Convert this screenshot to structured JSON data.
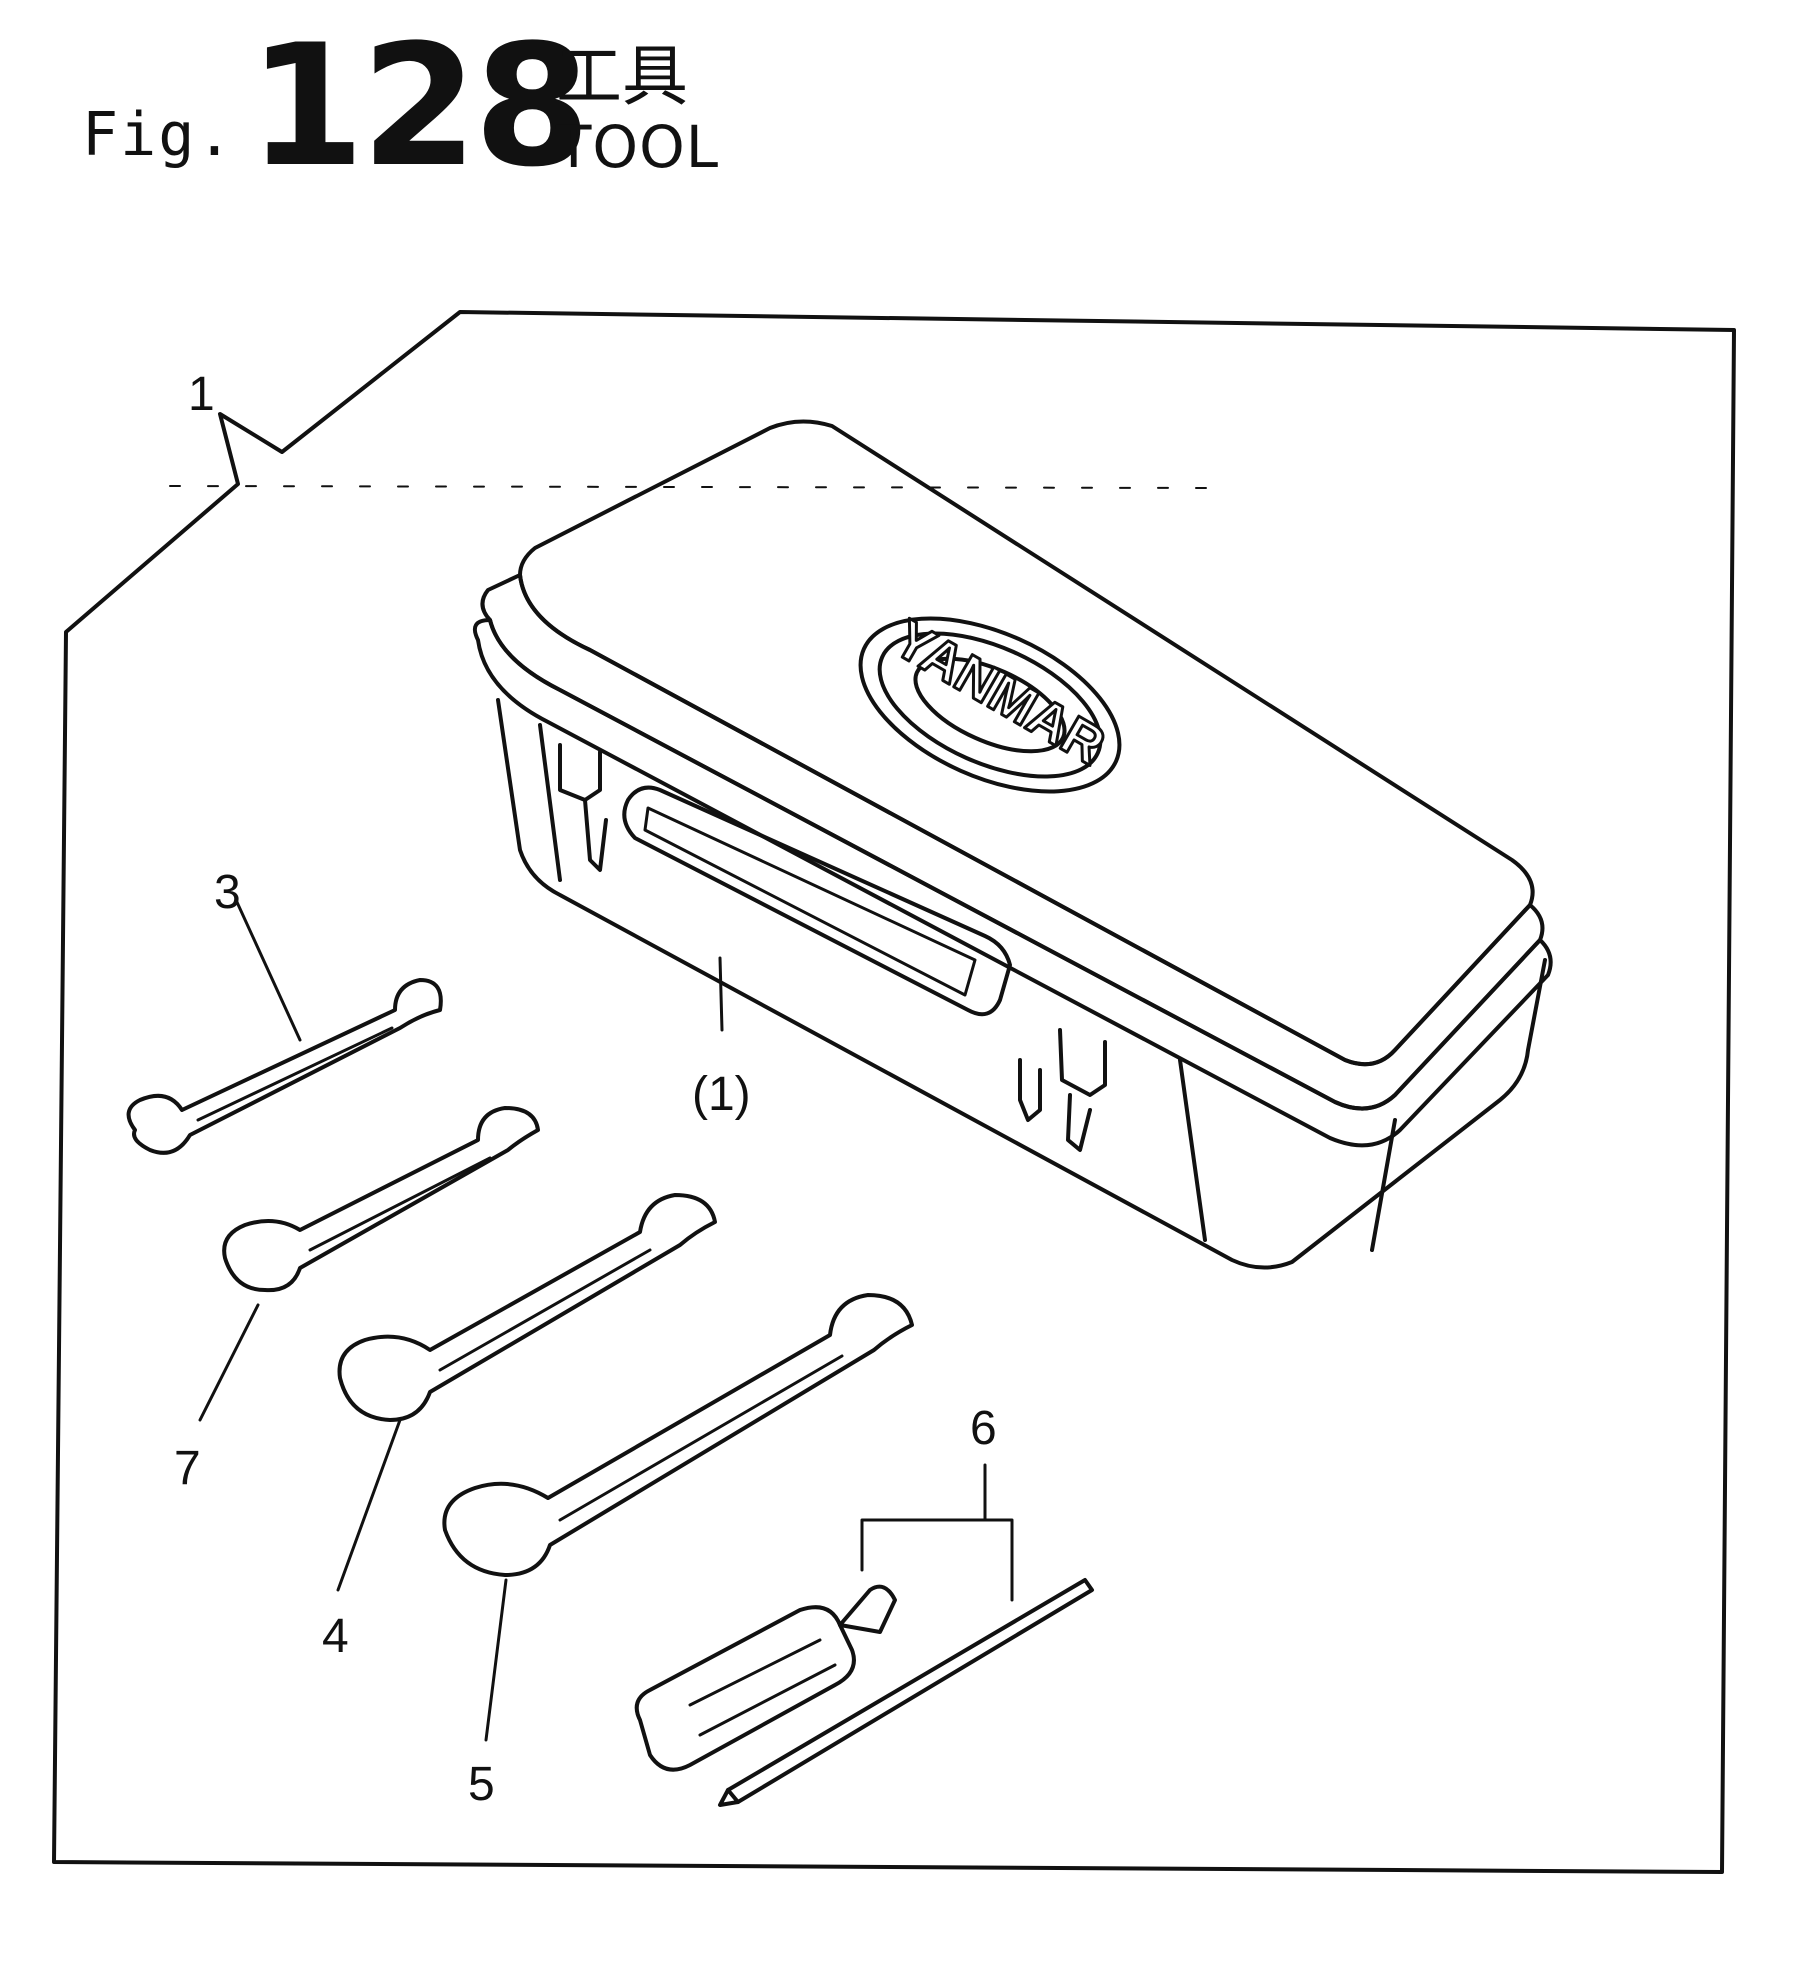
{
  "figure": {
    "prefix": "Fig.",
    "number": "128",
    "title_jp": "工具",
    "title_en": "TOOL"
  },
  "logo": {
    "text": "YANMAR"
  },
  "callouts": [
    {
      "id": "c1",
      "label": "1"
    },
    {
      "id": "c1sub",
      "label": "(1)"
    },
    {
      "id": "c3",
      "label": "3"
    },
    {
      "id": "c4",
      "label": "4"
    },
    {
      "id": "c5",
      "label": "5"
    },
    {
      "id": "c6",
      "label": "6"
    },
    {
      "id": "c7",
      "label": "7"
    }
  ]
}
